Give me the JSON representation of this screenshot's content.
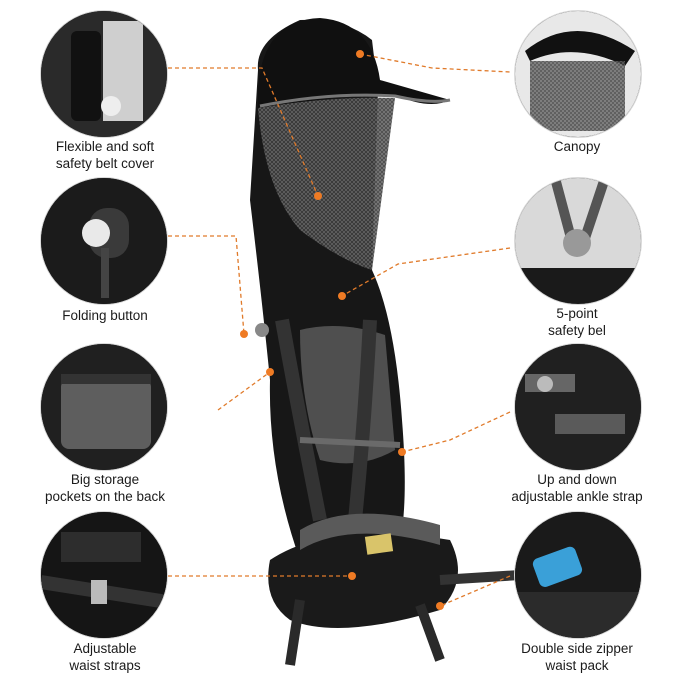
{
  "features": [
    {
      "id": "belt-cover",
      "label": "Flexible and soft\nsafety belt cover"
    },
    {
      "id": "folding-button",
      "label": "Folding button"
    },
    {
      "id": "storage-pockets",
      "label": "Big storage\npockets on the back"
    },
    {
      "id": "waist-straps",
      "label": "Adjustable\nwaist straps"
    },
    {
      "id": "canopy",
      "label": "Canopy"
    },
    {
      "id": "safety-belt",
      "label": "5-point\nsafety bel"
    },
    {
      "id": "ankle-strap",
      "label": "Up and down\nadjustable ankle strap"
    },
    {
      "id": "zipper-pack",
      "label": "Double side zipper\nwaist pack"
    }
  ],
  "colors": {
    "leader": "#e07a2a",
    "dot": "#ef7b24",
    "fabric": "#151515",
    "mesh": "#6b6b6b",
    "trim": "#8a8a8a"
  }
}
